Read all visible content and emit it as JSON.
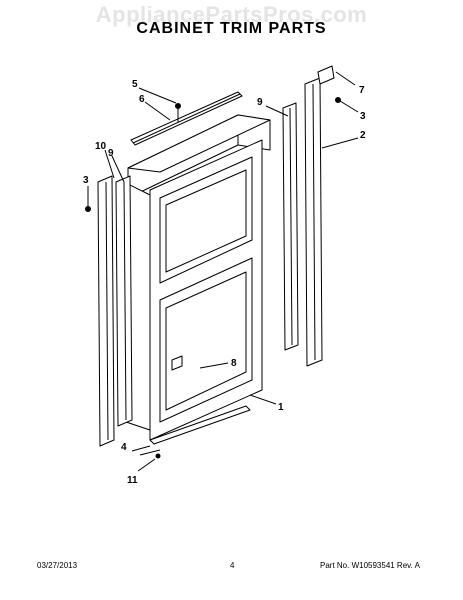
{
  "watermark": "AppliancePartsPros.com",
  "title": "CABINET TRIM PARTS",
  "callouts": {
    "c7": "7",
    "c3_right": "3",
    "c2": "2",
    "c9_right": "9",
    "c5": "5",
    "c6": "6",
    "c10": "10",
    "c9_left": "9",
    "c3_left": "3",
    "c8": "8",
    "c1": "1",
    "c4": "4",
    "c11": "11"
  },
  "footer": {
    "date": "03/27/2013",
    "page": "4",
    "part": "Part No. W10593541  Rev. A"
  }
}
